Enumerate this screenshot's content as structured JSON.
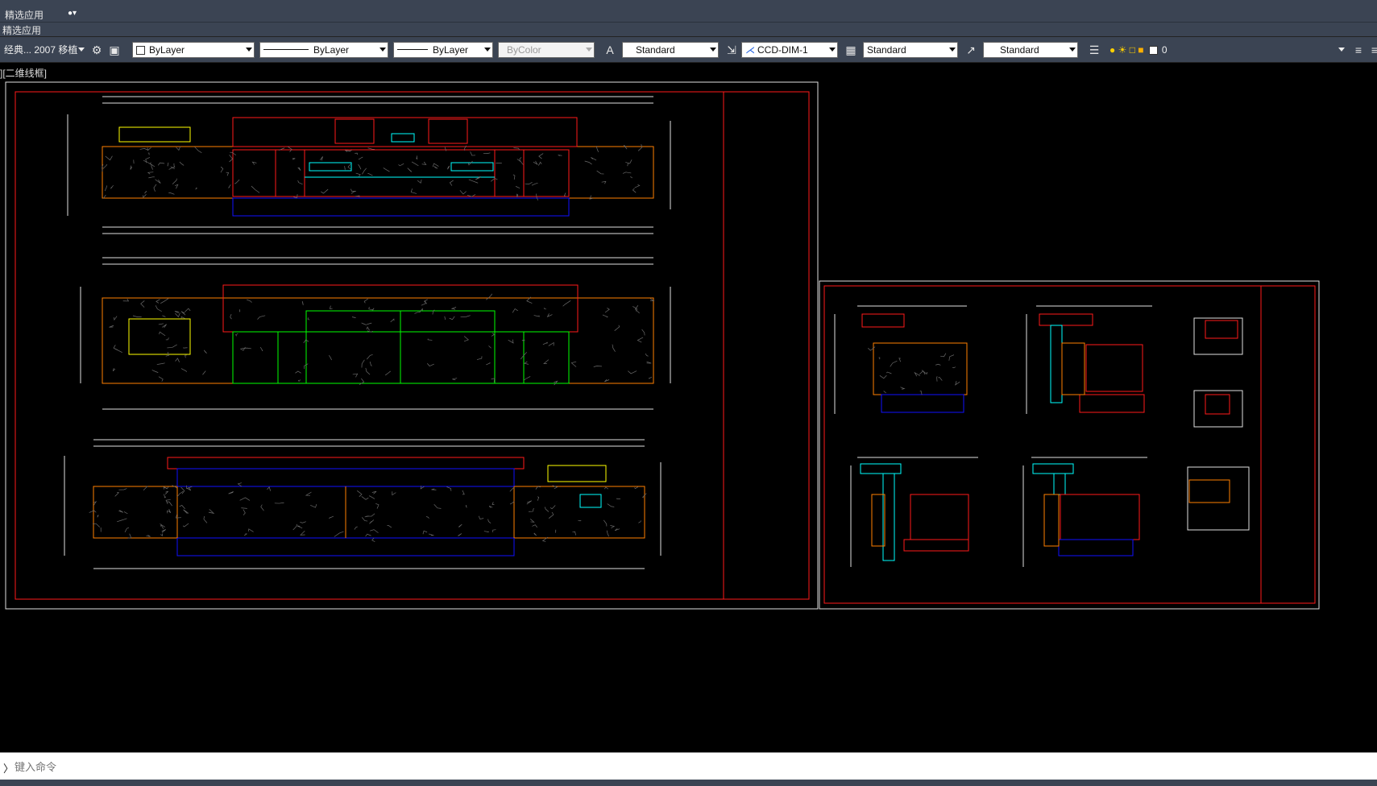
{
  "ribbon": {
    "tab_featured": "精选应用",
    "panel_featured": "精选应用"
  },
  "toolbar": {
    "workspace": "经典... 2007 移植",
    "color": "ByLayer",
    "linetype": "ByLayer",
    "lineweight": "ByLayer",
    "plotstyle": "ByColor",
    "text_style": "Standard",
    "dim_style": "CCD-DIM-1",
    "table_style": "Standard",
    "mleader_style": "Standard",
    "layer": "0"
  },
  "viewport": {
    "label": "][二维线框]"
  },
  "command": {
    "placeholder": "键入命令"
  },
  "colors": {
    "background": "#000000",
    "frame_red": "#ff1a1a",
    "outline_orange": "#ff7f00",
    "dimension_white": "#e0e0e0",
    "dim_text_yellow": "#ffff00",
    "cyan": "#00ffff",
    "green": "#00ff00",
    "blue": "#1010ff",
    "magenta": "#ff00ff"
  }
}
